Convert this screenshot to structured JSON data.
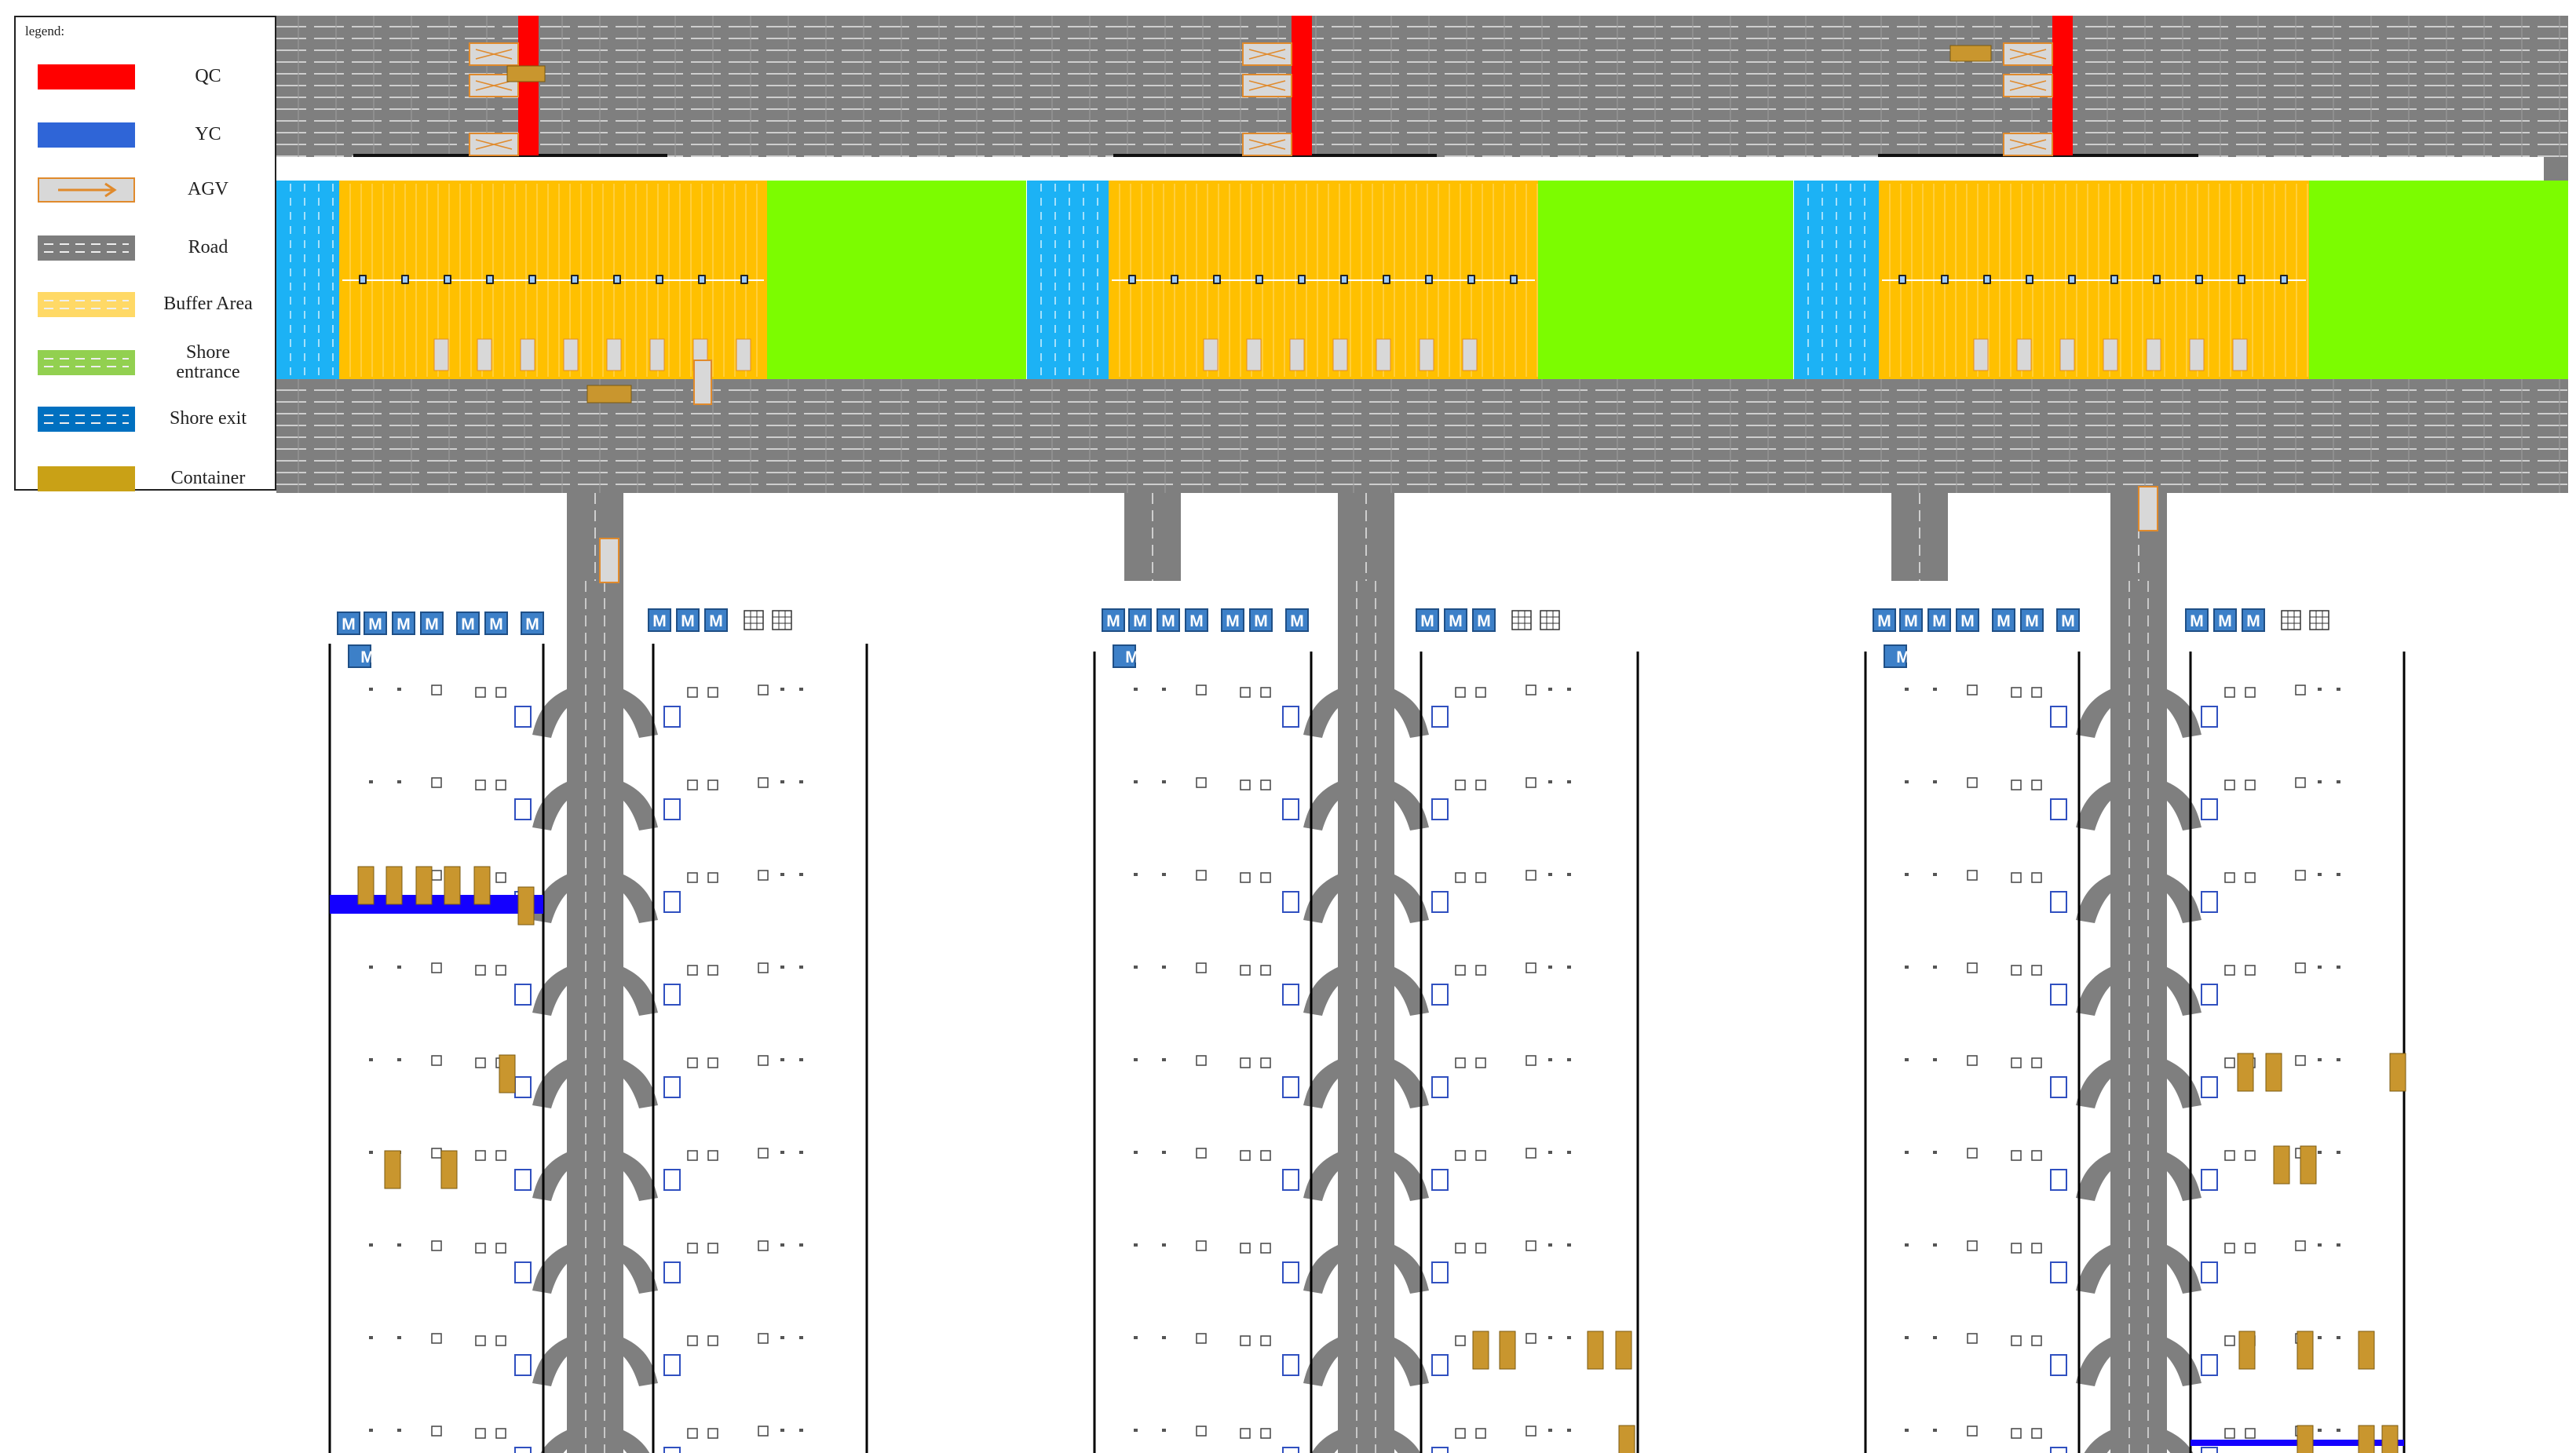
{
  "legend": {
    "title": "legend:",
    "items": [
      {
        "id": "qc",
        "label": "QC",
        "color": "#ff0000"
      },
      {
        "id": "yc",
        "label": "YC",
        "color": "#2f65d7"
      },
      {
        "id": "agv",
        "label": "AGV",
        "color": "#d8d8d8",
        "arrow_color": "#e08a2c"
      },
      {
        "id": "road",
        "label": "Road",
        "color": "#7d7d7d"
      },
      {
        "id": "buffer",
        "label": "Buffer Area",
        "color": "#ffd966"
      },
      {
        "id": "shore_entrance",
        "label": "Shore entrance",
        "color": "#92d050"
      },
      {
        "id": "shore_exit",
        "label": "Shore exit",
        "color": "#0070c0"
      },
      {
        "id": "container",
        "label": "Container",
        "color": "#c9a116"
      }
    ]
  },
  "colors": {
    "road": "#7f7f7f",
    "lane_line": "#e8e8e8",
    "qc": "#ff0000",
    "yc": "#1400ff",
    "buffer": "#ffc000",
    "shore_entrance": "#7cfc00",
    "shore_exit": "#1cb2f5",
    "container": "#c9962e",
    "agv": "#d8d8d8",
    "agv_border": "#e08a2c",
    "module": "#3d80c8"
  },
  "module_icon_label": "M"
}
